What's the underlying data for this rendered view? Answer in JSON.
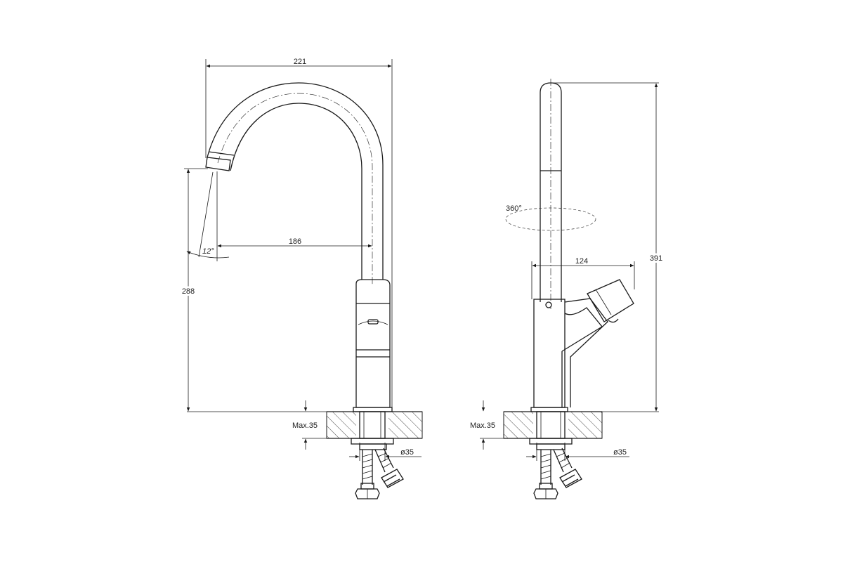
{
  "front_view": {
    "dim_width": "221",
    "dim_reach": "186",
    "dim_height": "288",
    "dim_angle": "12°",
    "dim_max_thickness": "Max.35",
    "dim_hole": "ø35"
  },
  "side_view": {
    "dim_rotation": "360°",
    "dim_handle": "124",
    "dim_total_height": "391",
    "dim_max_thickness": "Max.35",
    "dim_hole": "ø35"
  }
}
